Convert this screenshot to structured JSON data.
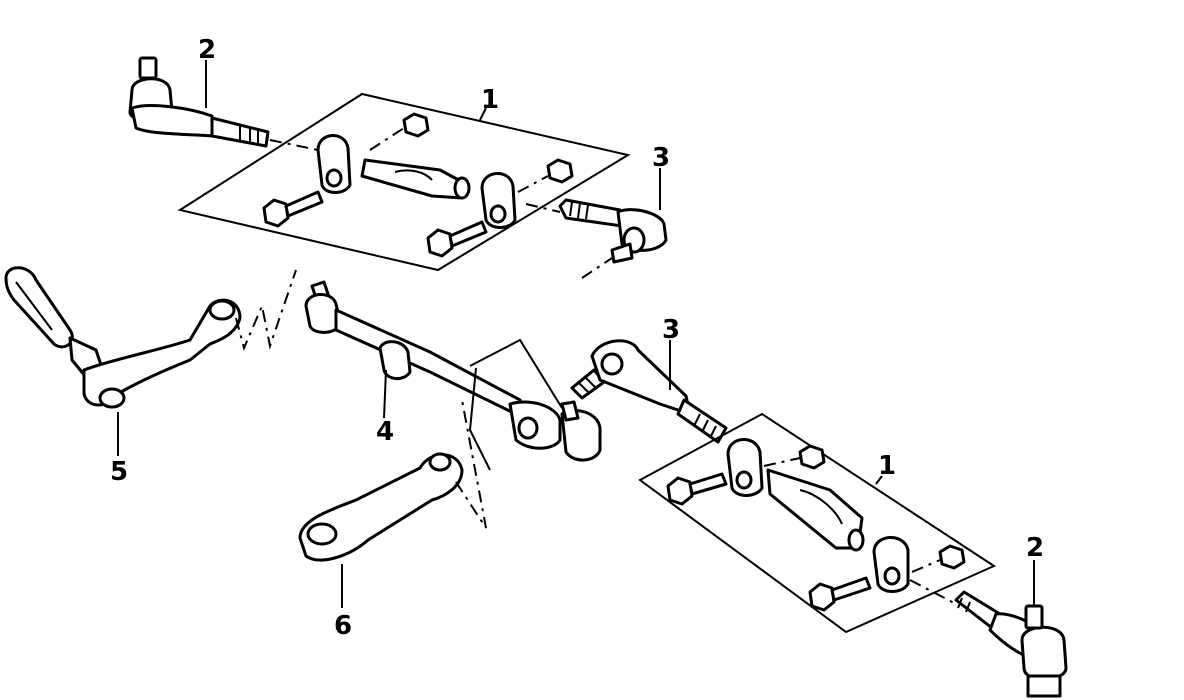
{
  "callouts": {
    "c1_top": "1",
    "c1_bottom": "1",
    "c2_top": "2",
    "c2_bottom": "2",
    "c3_top": "3",
    "c3_mid": "3",
    "c4": "4",
    "c5": "5",
    "c6": "6"
  },
  "colors": {
    "ink": "#000000",
    "paper": "#ffffff"
  }
}
